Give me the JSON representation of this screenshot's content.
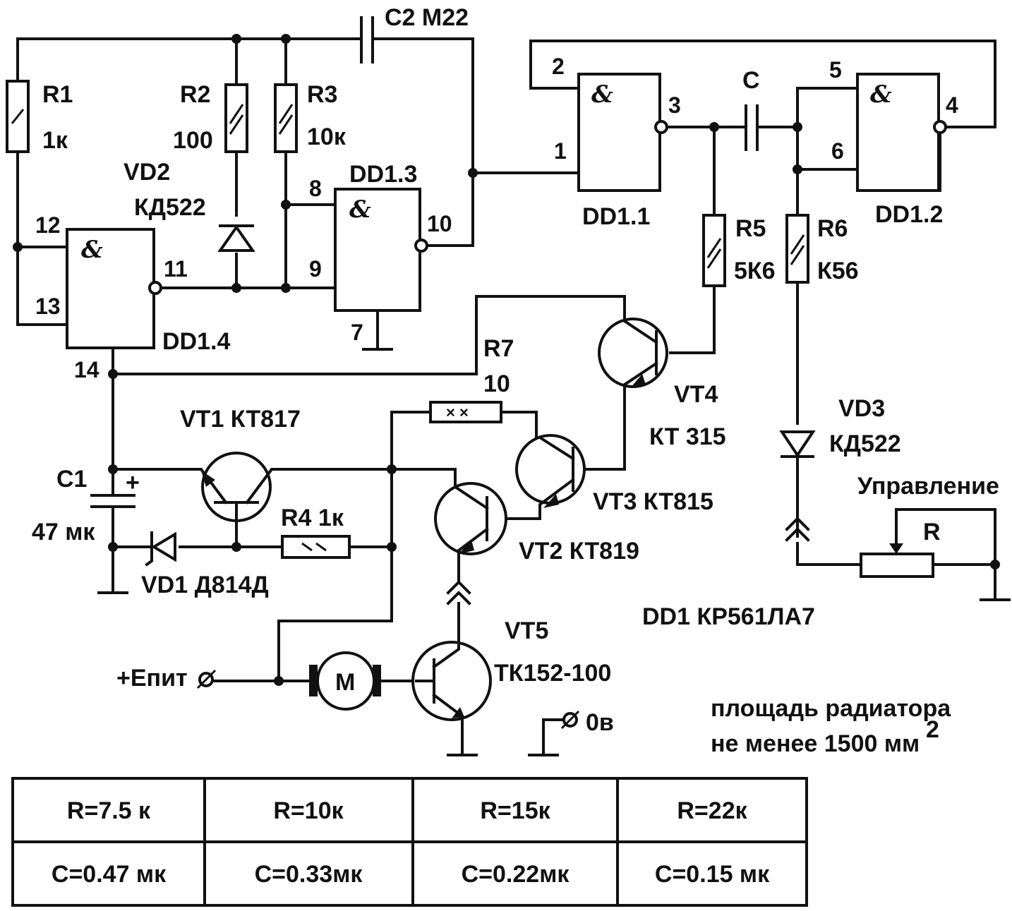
{
  "components": {
    "r1": {
      "name": "R1",
      "value": "1к"
    },
    "r2": {
      "name": "R2",
      "value": "100"
    },
    "r3": {
      "name": "R3",
      "value": "10к"
    },
    "c2": {
      "name": "C2 M22"
    },
    "vd2": {
      "name": "VD2",
      "value": "КД522"
    },
    "dd13": {
      "name": "DD1.3"
    },
    "dd14": {
      "name": "DD1.4"
    },
    "dd11": {
      "name": "DD1.1"
    },
    "dd12": {
      "name": "DD1.2"
    },
    "c": {
      "name": "C"
    },
    "r5": {
      "name": "R5",
      "value": "5К6"
    },
    "r6": {
      "name": "R6",
      "value": "К56"
    },
    "r7": {
      "name": "R7",
      "value": "10"
    },
    "vt4": {
      "name": "VT4",
      "value": "КТ 315"
    },
    "vt1": {
      "name": "VT1 КТ817"
    },
    "c1": {
      "name": "C1",
      "value": "47 мк",
      "polarity": "+"
    },
    "r4": {
      "name": "R4 1к"
    },
    "vd1": {
      "name": "VD1 Д814Д"
    },
    "vt2": {
      "name": "VT2 КТ819"
    },
    "vt3": {
      "name": "VT3 КТ815"
    },
    "vd3": {
      "name": "VD3",
      "value": "КД522"
    },
    "control": {
      "label": "Управление",
      "r": "R"
    },
    "vt5": {
      "name": "VT5",
      "value": "ТК152-100"
    },
    "motor": {
      "label": "M"
    },
    "supply": {
      "label": "+Eпит"
    },
    "ground": {
      "label": "0в"
    },
    "chip": {
      "label": "DD1 КР561ЛА7"
    },
    "gate_symbol": "&"
  },
  "pins": {
    "p1": "1",
    "p2": "2",
    "p3": "3",
    "p4": "4",
    "p5": "5",
    "p6": "6",
    "p7": "7",
    "p8": "8",
    "p9": "9",
    "p10": "10",
    "p11": "11",
    "p12": "12",
    "p13": "13",
    "p14": "14"
  },
  "note": {
    "line1": "площадь радиатора",
    "line2": "не менее 1500 мм",
    "sup": "2"
  },
  "table": {
    "rows": [
      [
        "R=7.5 к",
        "R=10к",
        "R=15к",
        "R=22к"
      ],
      [
        "C=0.47 мк",
        "C=0.33мк",
        "C=0.22мк",
        "C=0.15 мк"
      ]
    ]
  }
}
